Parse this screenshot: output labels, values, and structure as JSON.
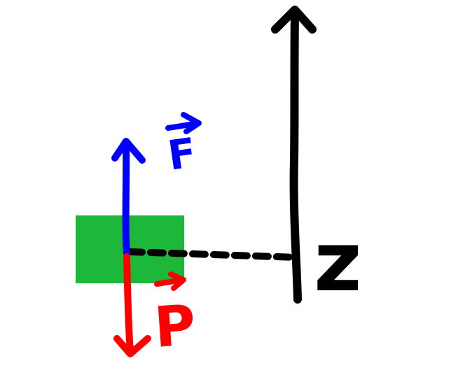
{
  "colors": {
    "background": "#ffffff",
    "block": "#1db83a",
    "force_arrow": "#0000ff",
    "weight_arrow": "#ff0000",
    "axis": "#000000",
    "dashed_guide": "#000000"
  },
  "labels": {
    "force": "F",
    "weight": "P",
    "axis": "z"
  },
  "icons": {
    "force_vector_arrow": "vector-arrow-right",
    "weight_vector_arrow": "vector-arrow-right"
  }
}
